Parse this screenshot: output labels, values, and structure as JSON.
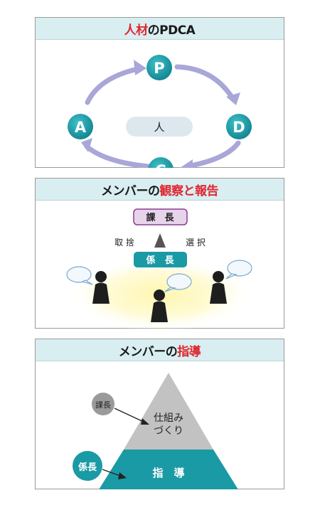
{
  "panel1": {
    "title_accent": "人材",
    "title_rest": "のPDCA",
    "cycle": {
      "plan": "P",
      "do": "D",
      "check": "C",
      "act": "A",
      "center": "人"
    }
  },
  "panel2": {
    "title_rest": "メンバーの",
    "title_accent": "観察と報告",
    "manager": "課　長",
    "chief": "係　長",
    "left_label": "取 捨",
    "right_label": "選 択"
  },
  "panel3": {
    "title_rest": "メンバーの",
    "title_accent": "指導",
    "manager": "課長",
    "chief": "係長",
    "top_tier_line1": "仕組み",
    "top_tier_line2": "づくり",
    "bottom_tier": "指　導"
  },
  "colors": {
    "accent_red": "#e0262f",
    "teal": "#1a9aa5",
    "arrow_purple": "#a9a6d8",
    "header_bg": "#d9eef1",
    "manager_pink": "#e7d4ea",
    "pyramid_gray": "#c2c2c2"
  }
}
